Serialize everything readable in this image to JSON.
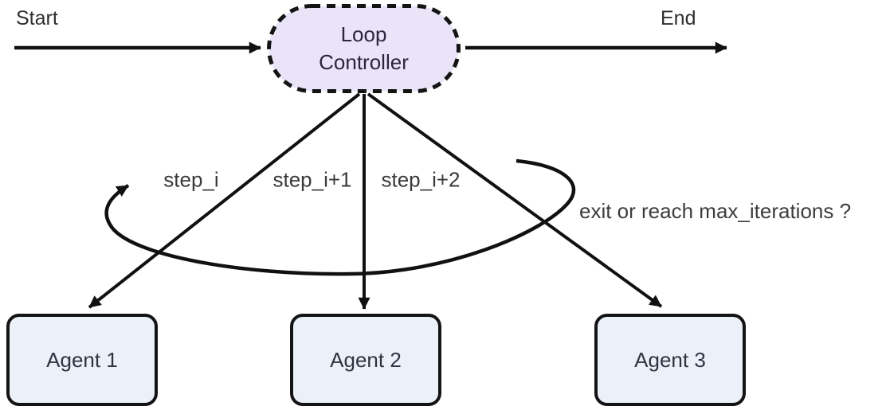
{
  "diagram": {
    "title_implicit": "Loop Controller flow",
    "start_label": "Start",
    "end_label": "End",
    "loop_controller": {
      "line1": "Loop",
      "line2": "Controller"
    },
    "edge_labels": [
      {
        "id": "step1",
        "text": "step_i"
      },
      {
        "id": "step2",
        "text": "step_i+1"
      },
      {
        "id": "step3",
        "text": "step_i+2"
      }
    ],
    "loop_condition_label": "exit or reach max_iterations ?",
    "agents": [
      {
        "label": "Agent 1"
      },
      {
        "label": "Agent 2"
      },
      {
        "label": "Agent 3"
      }
    ],
    "colors": {
      "node_fill": "#e9e4f8",
      "node_border": "#141414",
      "agent_fill": "#ecf1f9",
      "agent_border": "#141414",
      "line": "#111111",
      "text": "#2f2f2f",
      "node_text": "#2b2540",
      "agent_text": "#2e3440"
    }
  }
}
